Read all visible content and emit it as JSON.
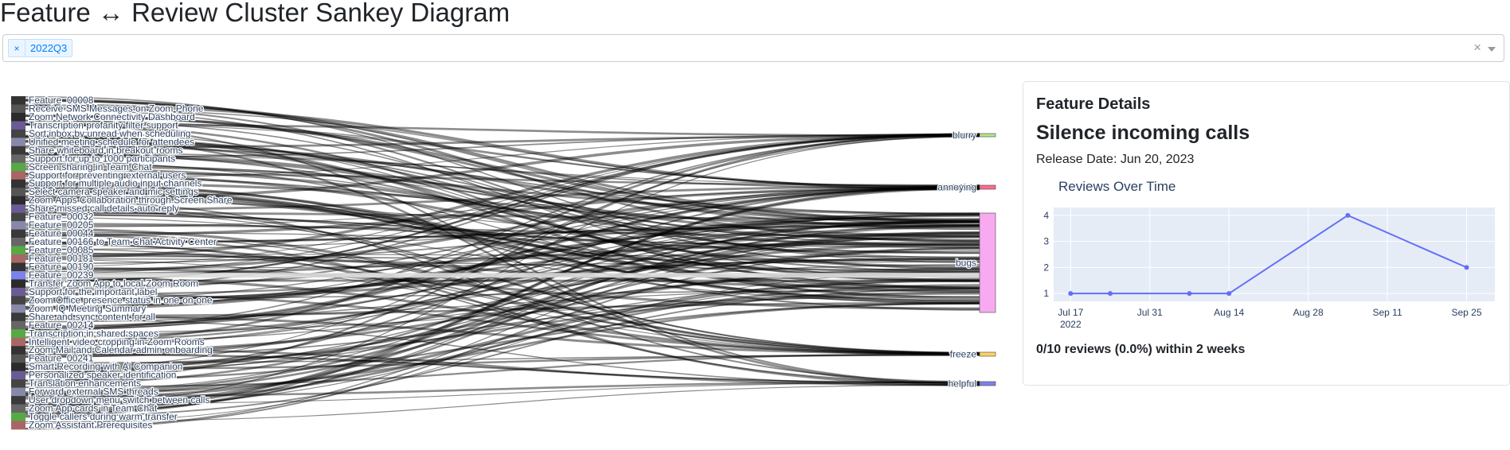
{
  "page": {
    "title": "Feature ↔ Review Cluster Sankey Diagram"
  },
  "filter": {
    "selected": [
      {
        "label": "2022Q3",
        "remove_icon": "×"
      }
    ],
    "clear_icon": "×",
    "dropdown_icon": "chevron-down-icon"
  },
  "sankey": {
    "feature_labels": [
      "Feature_00008",
      "Receive SMS Messages on Zoom Phone",
      "Zoom Network Connectivity Dashboard",
      "Transcription profanity filter support",
      "Sort inbox by unread when scheduling",
      "Unified meeting schedule for attendees",
      "Share whiteboard in breakout rooms",
      "Support for up to 1000 participants",
      "Screen sharing in Team Chat",
      "Support for preventing external users",
      "Support for multiple audio input channels",
      "Select camera speaker and mic settings",
      "Zoom Apps Collaboration through Screen Share",
      "Share missed call details auto reply",
      "Feature_00032",
      "Feature_00205",
      "Feature_00044",
      "Feature_00166 to Team Chat Activity Center",
      "Feature_00085",
      "Feature_00181",
      "Feature_00190",
      "Feature_00239",
      "Transfer Zoom App to local Zoom Room",
      "Support for the important label",
      "Zoom Office presence status in one-on-one",
      "Zoom IQ Meeting Summary",
      "Share and sync content for all",
      "Feature_00214",
      "Transcription in shared spaces",
      "Intelligent video cropping in Zoom Rooms",
      "Zoom Mail and Calendar admin onboarding",
      "Feature_00241",
      "Smart Recording with AI Companion",
      "Personalized speaker identification",
      "Translation enhancements",
      "Forward external SMS threads",
      "User dropdown menu switch between calls",
      "Zoom App cards in Team Chat",
      "Toggle callers during warm transfer",
      "Zoom Assistant Prerequisites"
    ],
    "cluster_labels": [
      "blurry",
      "annoying",
      "bugs",
      "freeze",
      "helpful"
    ],
    "cluster_colors": [
      "#b5e48c",
      "#ff6b8b",
      "#f7aaf0",
      "#ffd166",
      "#7b83eb"
    ]
  },
  "details": {
    "heading": "Feature Details",
    "feature_name": "Silence incoming calls",
    "release_date": "Release Date: Jun 20, 2023",
    "summary": "0/10 reviews (0.0%) within 2 weeks"
  },
  "chart_data": {
    "type": "line",
    "title": "Reviews Over Time",
    "x": [
      "2022-07-17",
      "2022-07-24",
      "2022-08-07",
      "2022-08-14",
      "2022-09-04",
      "2022-09-25"
    ],
    "values": [
      1,
      1,
      1,
      1,
      4,
      2
    ],
    "xlim": [
      "2022-07-14",
      "2022-09-30"
    ],
    "ylim": [
      0.7,
      4.3
    ],
    "x_ticks": [
      {
        "date": "2022-07-17",
        "label": "Jul 17",
        "sublabel": "2022"
      },
      {
        "date": "2022-07-31",
        "label": "Jul 31"
      },
      {
        "date": "2022-08-14",
        "label": "Aug 14"
      },
      {
        "date": "2022-08-28",
        "label": "Aug 28"
      },
      {
        "date": "2022-09-11",
        "label": "Sep 11"
      },
      {
        "date": "2022-09-25",
        "label": "Sep 25"
      }
    ],
    "y_ticks": [
      1,
      2,
      3,
      4
    ],
    "line_color": "#636efa",
    "grid": true
  }
}
